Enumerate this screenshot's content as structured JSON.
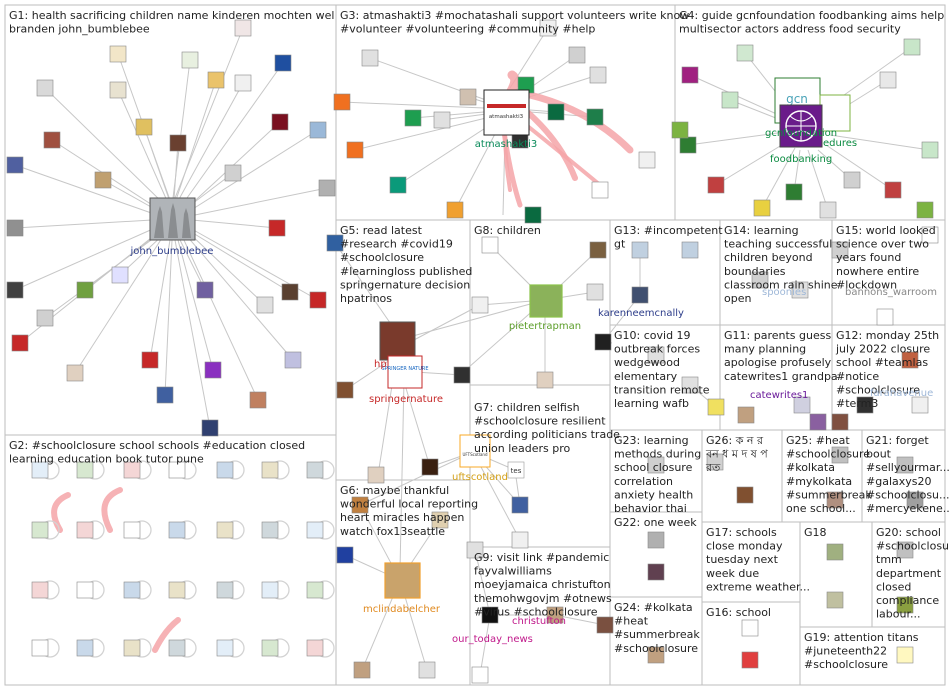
{
  "colors": {
    "box": "#bdbdbd",
    "edge": "#c7c7c7",
    "thick": "#f5a5a8"
  },
  "groups": [
    {
      "id": "G1",
      "lines": [
        "G1: health sacrificing children name kinderen mochten wel",
        "branden john_bumblebee"
      ]
    },
    {
      "id": "G2",
      "lines": [
        "G2: #schoolclosure school schools #education closed",
        "learning education book tutor pune"
      ]
    },
    {
      "id": "G3",
      "lines": [
        "G3: atmashakti3 #mochatashali support volunteers write know",
        "#volunteer #volunteering #community #help"
      ]
    },
    {
      "id": "G4",
      "lines": [
        "G4: guide gcnfoundation foodbanking aims help",
        "multisector actors address food security"
      ]
    },
    {
      "id": "G5",
      "lines": [
        "G5: read latest",
        "#research #covid19",
        "#schoolclosure",
        "#learningloss published",
        "springernature decision",
        "hpatrinos"
      ]
    },
    {
      "id": "G6",
      "lines": [
        "G6: maybe thankful",
        "wonderful local reporting",
        "heart miracles happen",
        "watch fox13seattle"
      ]
    },
    {
      "id": "G7",
      "lines": [
        "G7: children selfish",
        "#schoolclosure resilient",
        "according politicians trade",
        "union leaders pro"
      ]
    },
    {
      "id": "G8",
      "lines": [
        "G8: children"
      ]
    },
    {
      "id": "G9",
      "lines": [
        "G9: visit link #pandemic",
        "fayvalwilliams",
        "moeyjamaica christufton",
        "themohwgovjm #otnews",
        "#virus #schoolclosure"
      ]
    },
    {
      "id": "G10",
      "lines": [
        "G10: covid 19",
        "outbreak forces",
        "wedgewood",
        "elementary",
        "transition remote",
        "learning wafb"
      ]
    },
    {
      "id": "G11",
      "lines": [
        "G11: parents guess",
        "many planning",
        "apologise profusely",
        "catewrites1 grandpa"
      ]
    },
    {
      "id": "G12",
      "lines": [
        "G12: monday 25th",
        "july 2022 closure",
        "school #teamlas",
        "#notice",
        "#schoolclosure",
        "#term3"
      ]
    },
    {
      "id": "G13",
      "lines": [
        "G13: #incompetent",
        "gt"
      ]
    },
    {
      "id": "G14",
      "lines": [
        "G14: learning",
        "teaching successful",
        "children beyond",
        "boundaries",
        "classroom rain shine",
        "open"
      ]
    },
    {
      "id": "G15",
      "lines": [
        "G15: world looked",
        "science over two",
        "years found",
        "nowhere entire",
        "#lockdown"
      ]
    },
    {
      "id": "G16",
      "lines": [
        "G16: school"
      ]
    },
    {
      "id": "G17",
      "lines": [
        "G17: schools",
        "close monday",
        "tuesday next",
        "week due",
        "extreme weather..."
      ]
    },
    {
      "id": "G18",
      "lines": [
        "G18"
      ]
    },
    {
      "id": "G19",
      "lines": [
        "G19: attention titans",
        "#juneteenth22",
        "#schoolclosure"
      ]
    },
    {
      "id": "G20",
      "lines": [
        "G20: school",
        "#schoolclosure",
        "tmm",
        "department",
        "closed",
        "compliance",
        "labour..."
      ]
    },
    {
      "id": "G21",
      "lines": [
        "G21: forget",
        "bout",
        "#sellyourmar...",
        "#galaxys20",
        "#schoolclosu...",
        "#mercyekene..."
      ]
    },
    {
      "id": "G22",
      "lines": [
        "G22: one week"
      ]
    },
    {
      "id": "G23",
      "lines": [
        "G23: learning",
        "methods during",
        "school closure",
        "correlation",
        "anxiety health",
        "behavior thai"
      ]
    },
    {
      "id": "G24",
      "lines": [
        "G24: #kolkata",
        "#heat",
        "#summerbreak",
        "#schoolclosure"
      ]
    },
    {
      "id": "G25",
      "lines": [
        "G25: #heat",
        "#schoolclosure",
        "#kolkata",
        "#mykolkata",
        "#summerbreak",
        "one school..."
      ]
    },
    {
      "id": "G26",
      "lines": [
        "G26: ক ন র",
        "বন ধ ম দ ষ প",
        "রত"
      ]
    }
  ],
  "node_labels": {
    "john_bumblebee": "john_bumblebee",
    "atmashakti3": "atmashakti3",
    "gcnfoundation": "gcnfoundation",
    "foodbanking": "foodbanking",
    "edures": "edures",
    "pietertrapman": "pietertrapman",
    "karenneemcnally": "karenneemcnally",
    "springernature": "springernature",
    "hpatrinos": "hp",
    "uftscotland": "uftscotland",
    "mclindabelcher": "mclindabelcher",
    "christufton": "christufton",
    "our_today_news": "our_today_news",
    "catewrites1": "catewrites1",
    "spoonies": "spoonies",
    "bannons_warroom": "bannons_warroom",
    "farahavenue": "farahavenue"
  },
  "logos": {
    "atmashakti": "atmashakti3",
    "gcn": "gcn",
    "springer": "SPRINGER NATURE",
    "tes": "tes",
    "uft": "UFTScotland"
  }
}
